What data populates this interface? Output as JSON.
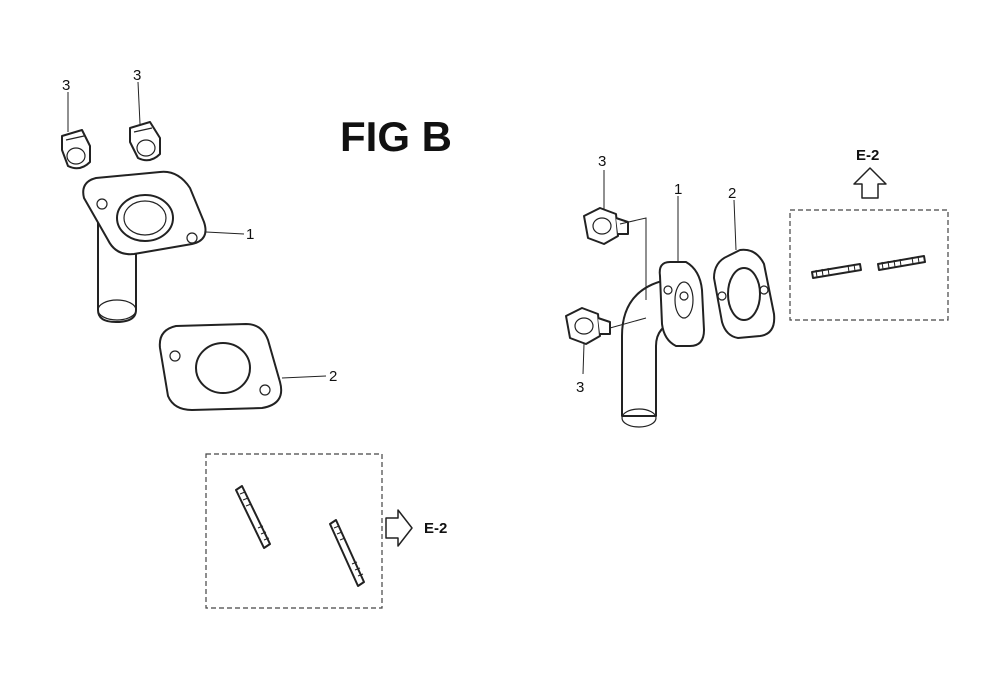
{
  "figure": {
    "title": "FIG B"
  },
  "left_assembly": {
    "callouts": {
      "bolt_a": "3",
      "bolt_b": "3",
      "elbow_pipe": "1",
      "gasket": "2"
    },
    "reference_label": "E-2"
  },
  "right_assembly": {
    "callouts": {
      "bolt_upper": "3",
      "bolt_lower": "3",
      "elbow_pipe": "1",
      "gasket": "2"
    },
    "reference_label": "E-2"
  },
  "icons": [
    "bolt-icon",
    "elbow-pipe-icon",
    "gasket-icon",
    "stud-icon",
    "arrow-icon"
  ]
}
